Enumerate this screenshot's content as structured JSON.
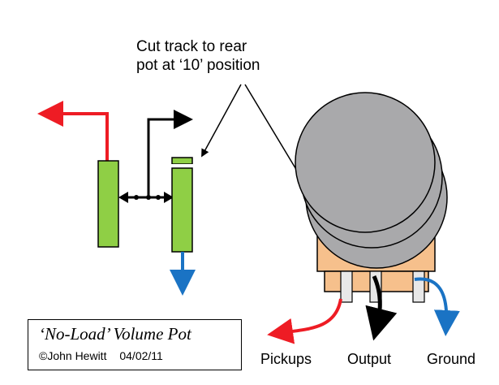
{
  "annotation": {
    "line1": "Cut track to rear",
    "line2": "pot at ‘10’ position"
  },
  "terminals": {
    "pickups": "Pickups",
    "output": "Output",
    "ground": "Ground"
  },
  "title_box": {
    "title": "‘No-Load’ Volume Pot",
    "author": "©John Hewitt",
    "date": "04/02/11"
  },
  "colors": {
    "track_green": "#8fcf45",
    "pot_grey": "#a9a9ab",
    "pot_body": "#f6c08c",
    "red_wire": "#ee1c24",
    "blue_wire": "#1a73c4",
    "black_wire": "#000000"
  }
}
